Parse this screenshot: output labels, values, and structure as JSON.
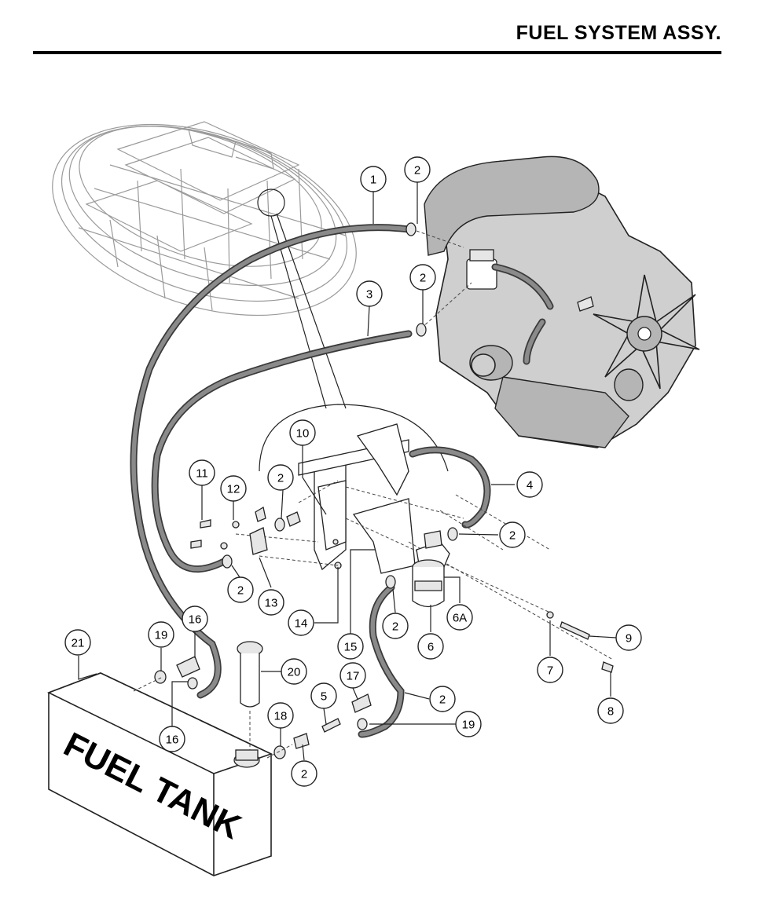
{
  "title": "FUEL SYSTEM ASSY.",
  "tank_label": "FUEL TANK",
  "callouts": [
    "1",
    "2",
    "2",
    "3",
    "10",
    "2",
    "4",
    "11",
    "12",
    "2",
    "2",
    "13",
    "14",
    "15",
    "2",
    "6",
    "6A",
    "7",
    "9",
    "8",
    "21",
    "19",
    "16",
    "20",
    "16",
    "17",
    "5",
    "2",
    "19",
    "18",
    "2"
  ]
}
